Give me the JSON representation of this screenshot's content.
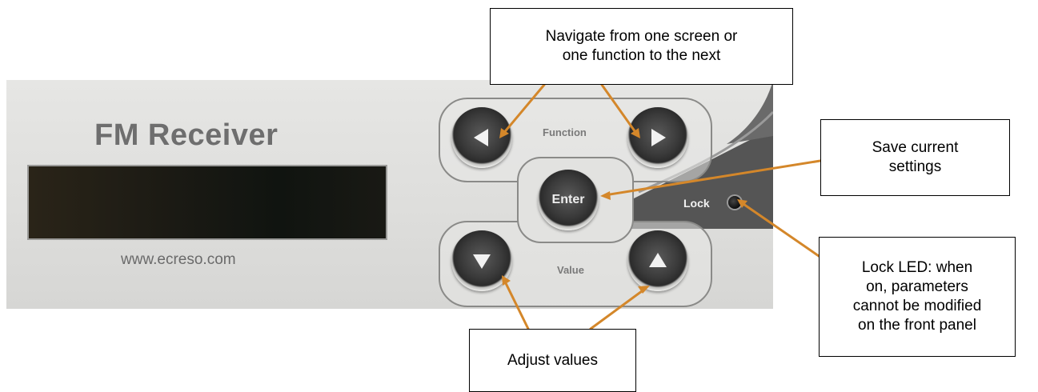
{
  "device": {
    "title": "FM Receiver",
    "website": "www.ecreso.com",
    "lcd_state": "blank",
    "lock_led_state": "off"
  },
  "controls": {
    "function_group_label": "Function",
    "value_group_label": "Value",
    "enter_label": "Enter",
    "lock_label": "Lock",
    "left_icon": "left-arrow-icon",
    "right_icon": "right-arrow-icon",
    "down_icon": "down-arrow-icon",
    "up_icon": "up-arrow-icon"
  },
  "callouts": {
    "navigate": [
      "Navigate from one screen or",
      "one function to the next"
    ],
    "save": [
      "Save current",
      "settings"
    ],
    "lock": [
      "Lock LED: when",
      "on, parameters",
      "cannot be modified",
      "on the front panel"
    ],
    "adjust": "Adjust values"
  },
  "colors": {
    "leader_line": "#d4872a",
    "panel": "#e0e0de",
    "button": "#3a3a3a"
  }
}
